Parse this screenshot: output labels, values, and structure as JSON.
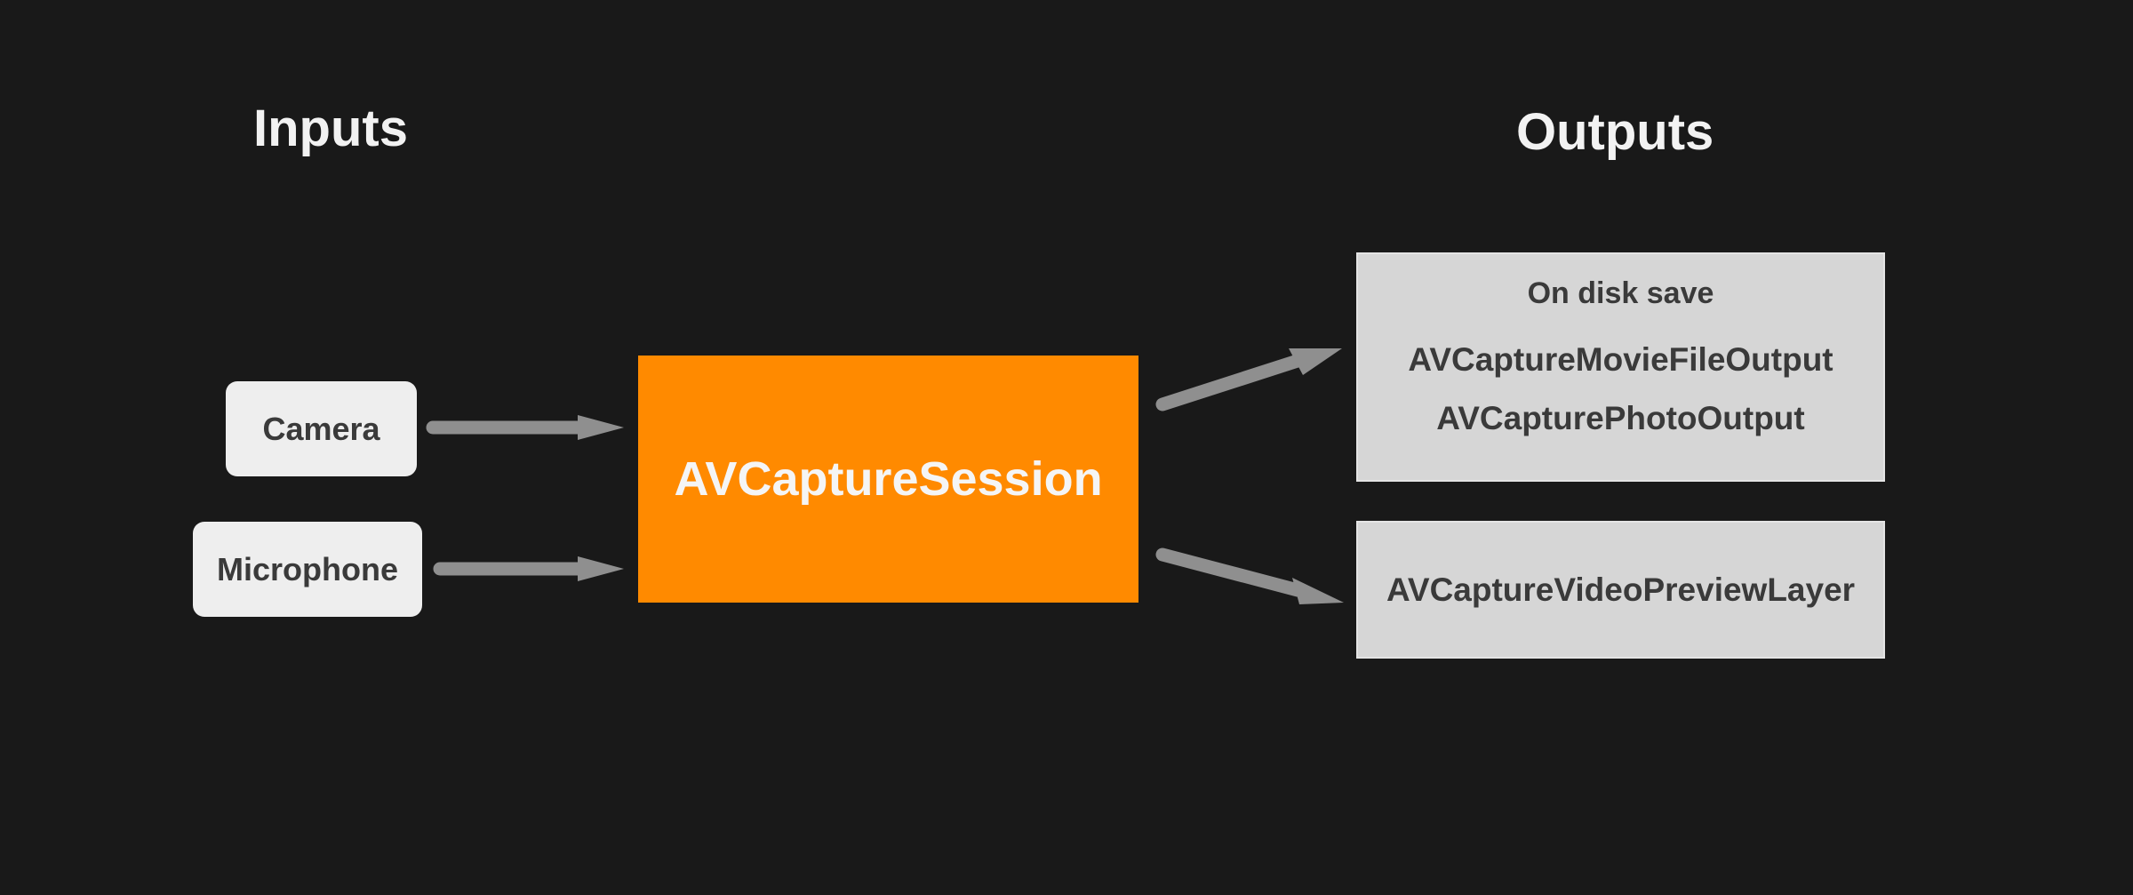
{
  "headings": {
    "inputs": "Inputs",
    "outputs": "Outputs"
  },
  "inputs": {
    "camera": "Camera",
    "microphone": "Microphone"
  },
  "session": {
    "label": "AVCaptureSession"
  },
  "outputs": {
    "disk": {
      "title": "On disk save",
      "movie": "AVCaptureMovieFileOutput",
      "photo": "AVCapturePhotoOutput"
    },
    "preview": "AVCaptureVideoPreviewLayer"
  },
  "colors": {
    "background": "#191919",
    "session": "#ff8a00",
    "input_box": "#eeeeee",
    "output_box": "#d6d6d6",
    "arrow": "#8f8f8f"
  }
}
